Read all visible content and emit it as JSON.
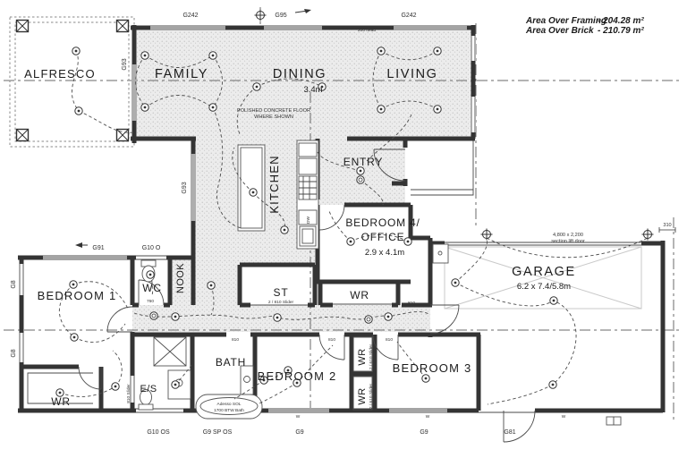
{
  "area_table": {
    "framing_label": "Area Over Framing",
    "framing_value": "- 204.28 m²",
    "brick_label": "Area Over Brick",
    "brick_value": "- 210.79 m²"
  },
  "rooms": {
    "alfresco": {
      "label": "ALFRESCO"
    },
    "family": {
      "label": "FAMILY"
    },
    "dining": {
      "label": "DINING",
      "dim": "3.4m"
    },
    "living": {
      "label": "LIVING"
    },
    "kitchen": {
      "label": "KITCHEN"
    },
    "entry": {
      "label": "ENTRY"
    },
    "bedroom4": {
      "label_line1": "BEDROOM 4/",
      "label_line2": "OFFICE",
      "dim": "2.9 x 4.1m"
    },
    "garage": {
      "label": "GARAGE",
      "dim": "6.2 x 7.4/5.8m"
    },
    "bedroom1": {
      "label": "BEDROOM 1"
    },
    "bedroom2": {
      "label": "BEDROOM 2"
    },
    "bedroom3": {
      "label": "BEDROOM 3"
    },
    "wc": {
      "label": "WC"
    },
    "nook": {
      "label": "NOOK"
    },
    "store": {
      "label": "ST",
      "note": "2 / 810 Slider"
    },
    "robe_hall": {
      "label": "WR"
    },
    "robe_bed1": {
      "label": "WR"
    },
    "robe_bed3_upper": {
      "label": "WR",
      "note": "2 / 610 Slider"
    },
    "robe_bed3_lower": {
      "label": "WR",
      "note": "2 / 610 Slider"
    },
    "ensuite": {
      "label": "E/S"
    },
    "bath": {
      "label": "BATH",
      "tub_line1": "Adesso SOL",
      "tub_line2": "1700 BTW Bath"
    }
  },
  "notes": {
    "polished_line1": "POLISHED CONCRETE FLOOR",
    "polished_line2": "WHERE SHOWN",
    "lift_door_size": "4,800 x 2,200",
    "lift_door_type": "section lift door",
    "head_height": "200 head",
    "appliance_dw": "DW"
  },
  "openings": {
    "g242_left": "G242",
    "g95": "G95",
    "g242_right": "G242",
    "g93_family": "G93",
    "g93_kitchen": "G93",
    "g91": "G91",
    "g10_o": "G10 O",
    "g8_upper": "G8",
    "g8_lower": "G8",
    "g10_os": "G10 OS",
    "g9_sp_os": "G9 SP OS",
    "g9_bed2": "G9",
    "g9_bed3": "G9",
    "g81": "G81"
  },
  "dims": {
    "d310": "310",
    "d760": "760",
    "d810_bath": "810",
    "d810_bed2": "810",
    "d810_bed3": "810",
    "d810_wr": "810",
    "slider_810": "810 Slider",
    "w1": "W",
    "w2": "W",
    "w3": "W"
  }
}
